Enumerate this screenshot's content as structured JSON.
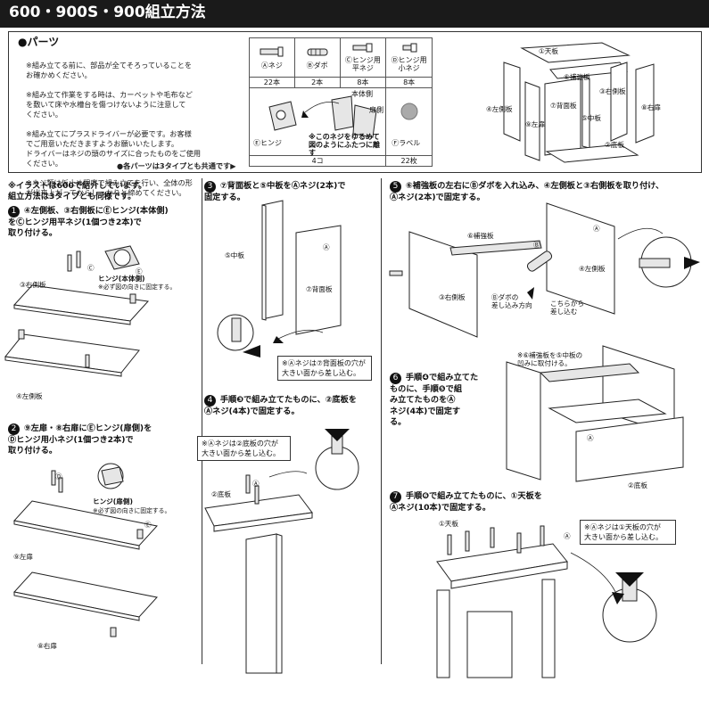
{
  "header": {
    "title": "600・900S・900組立方法"
  },
  "parts": {
    "title": "●パーツ",
    "notes": [
      "※組み立てる前に、部品が全てそろっていることを\nお確かめください。",
      "※組み立て作業をする時は、カーペットや毛布など\nを敷いて床や水槽台を傷つけないように注意して\nください。",
      "※組み立てにプラスドライバーが必要です。お客様\nでご用意いただきますようお願いいたします。\nドライバーはネジの頭のサイズに合ったものをご使用\nください。",
      "※ネジ類は仮止め程度で組み立てを行い、全体の形\nが出来上がってからしっかりと締めてください。"
    ],
    "common_note": "●各パーツは3タイプとも共通です▶",
    "table": {
      "items": [
        {
          "name": "Ⓐネジ",
          "qty": "22本"
        },
        {
          "name": "Ⓑダボ",
          "qty": "2本"
        },
        {
          "name": "Ⓒヒンジ用\n平ネジ",
          "qty": "8本"
        },
        {
          "name": "Ⓓヒンジ用\n小ネジ",
          "qty": "8本"
        }
      ],
      "hinge": {
        "name": "Ⓔヒンジ",
        "body_label": "本体側",
        "door_label": "扉側",
        "note": "※このネジをゆるめて\n図のようにふたつに離す",
        "qty": "4コ"
      },
      "label": {
        "name": "Ⓕラベル",
        "qty": "22枚"
      }
    },
    "exploded_labels": [
      "①天板",
      "⑥補強板",
      "③右側板",
      "④左側板",
      "⑦背面板",
      "⑤中板",
      "⑧右扉",
      "⑨左扉",
      "②底板"
    ]
  },
  "intro": "※イラストは600で紹介しています。\n組立方法は3タイプとも同様です。",
  "steps": {
    "s1": {
      "num": "1",
      "title": "④左側板、③右側板にⒺヒンジ(本体側)\nをⒸヒンジ用平ネジ(1個つき2本)で\n取り付ける。",
      "hinge_label": "ヒンジ(本体側)",
      "hinge_note": "※必ず図の向きに固定する。",
      "labels": [
        "③右側板",
        "④左側板"
      ],
      "letters": [
        "Ⓒ",
        "Ⓔ"
      ]
    },
    "s2": {
      "num": "2",
      "title": "⑨左扉・⑧右扉にⒺヒンジ(扉側)を\nⒹヒンジ用小ネジ(1個つき2本)で\n取り付ける。",
      "hinge_label": "ヒンジ(扉側)",
      "hinge_note": "※必ず図の向きに固定する。",
      "labels": [
        "⑨左扉",
        "⑧右扉"
      ],
      "letters": [
        "Ⓓ",
        "Ⓔ"
      ]
    },
    "s3": {
      "num": "3",
      "title": "⑦背面板と⑤中板をⒶネジ(2本)で\n固定する。",
      "labels": [
        "⑤中板",
        "⑦背面板"
      ],
      "letters": [
        "Ⓐ"
      ],
      "note": "※Ⓐネジは⑦背面板の穴が\n大きい面から差し込む。"
    },
    "s4": {
      "num": "4",
      "title": "手順❸で組み立てたものに、②底板を\nⒶネジ(4本)で固定する。",
      "labels": [
        "②底板"
      ],
      "letters": [
        "Ⓐ"
      ],
      "note": "※Ⓐネジは②底板の穴が\n大きい面から差し込む。"
    },
    "s5": {
      "num": "5",
      "title": "⑥補強板の左右にⒷダボを入れ込み、④左側板と③右側板を取り付け、\nⒶネジ(2本)で固定する。",
      "labels": [
        "⑥補強板",
        "④左側板",
        "③右側板",
        "Ⓑダボの\n差し込み方向",
        "こちらから\n差し込む"
      ],
      "letters": [
        "Ⓐ",
        "Ⓑ"
      ]
    },
    "s6": {
      "num": "6",
      "title": "手順❹で組み立てた\nものに、手順❺で組\nみ立てたものをⒶ\nネジ(4本)で固定す\nる。",
      "note": "※⑥補強板を⑤中板の\n凹みに取付ける。",
      "labels": [
        "②底板"
      ],
      "letters": [
        "Ⓐ"
      ]
    },
    "s7": {
      "num": "7",
      "title": "手順❻で組み立てたものに、①天板を\nⒶネジ(10本)で固定する。",
      "labels": [
        "①天板"
      ],
      "letters": [
        "Ⓐ"
      ],
      "note": "※Ⓐネジは①天板の穴が\n大きい面から差し込む。"
    }
  }
}
